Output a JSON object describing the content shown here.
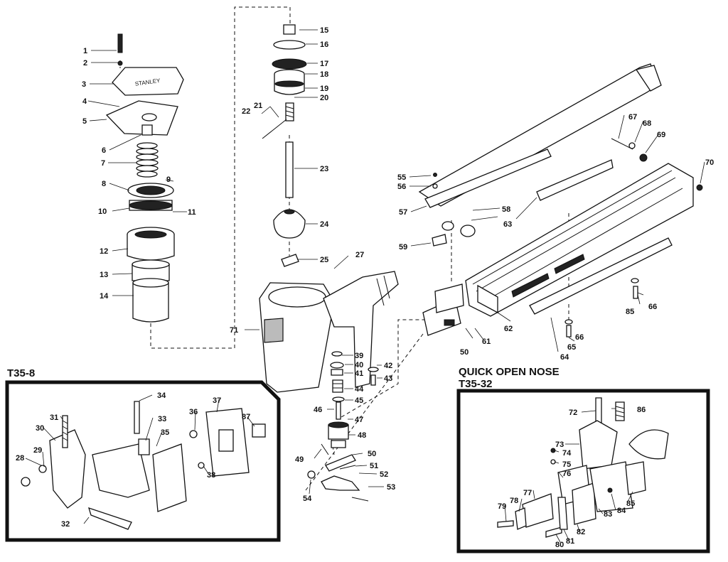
{
  "insets": {
    "left_model": "T35-8",
    "right_caption": "QUICK OPEN NOSE",
    "right_model": "T35-32"
  },
  "callouts": {
    "p1": "1",
    "p2": "2",
    "p3": "3",
    "p4": "4",
    "p5": "5",
    "p6": "6",
    "p7": "7",
    "p8": "8",
    "p9": "9",
    "p10": "10",
    "p11": "11",
    "p12": "12",
    "p13": "13",
    "p14": "14",
    "p15": "15",
    "p16": "16",
    "p17": "17",
    "p18": "18",
    "p19": "19",
    "p20": "20",
    "p21": "21",
    "p22": "22",
    "p23": "23",
    "p24": "24",
    "p25": "25",
    "p27": "27",
    "p28": "28",
    "p29": "29",
    "p30": "30",
    "p31": "31",
    "p32": "32",
    "p33": "33",
    "p34": "34",
    "p35": "35",
    "p36": "36",
    "p37": "37",
    "p38": "38",
    "p39": "39",
    "p40": "40",
    "p41": "41",
    "p42": "42",
    "p43": "43",
    "p44": "44",
    "p45": "45",
    "p46": "46",
    "p47": "47",
    "p48": "48",
    "p49": "49",
    "p50": "50",
    "p50b": "50",
    "p51": "51",
    "p52": "52",
    "p53": "53",
    "p54": "54",
    "p55": "55",
    "p56": "56",
    "p57": "57",
    "p58": "58",
    "p59": "59",
    "p61": "61",
    "p62": "62",
    "p63": "63",
    "p64": "64",
    "p65": "65",
    "p66": "66",
    "p66b": "66",
    "p67": "67",
    "p68": "68",
    "p69": "69",
    "p70": "70",
    "p71": "71",
    "p72": "72",
    "p73": "73",
    "p74": "74",
    "p75": "75",
    "p76": "76",
    "p77": "77",
    "p78": "78",
    "p79": "79",
    "p80": "80",
    "p81": "81",
    "p82": "82",
    "p83": "83",
    "p84": "84",
    "p85": "85",
    "p85b": "85",
    "p86": "86",
    "p87": "87"
  }
}
